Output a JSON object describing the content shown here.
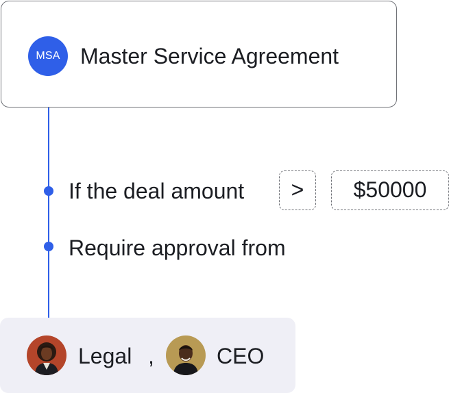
{
  "document": {
    "badge": "MSA",
    "title": "Master Service Agreement",
    "accent_color": "#2f5fe8"
  },
  "rule": {
    "condition_text": "If the deal amount",
    "operator": ">",
    "amount": "$50000",
    "approval_text": "Require approval from"
  },
  "approvers": {
    "separator": ",",
    "items": [
      {
        "name": "Legal",
        "avatar": "person-photo-avatar"
      },
      {
        "name": "CEO",
        "avatar": "person-photo-avatar"
      }
    ]
  }
}
